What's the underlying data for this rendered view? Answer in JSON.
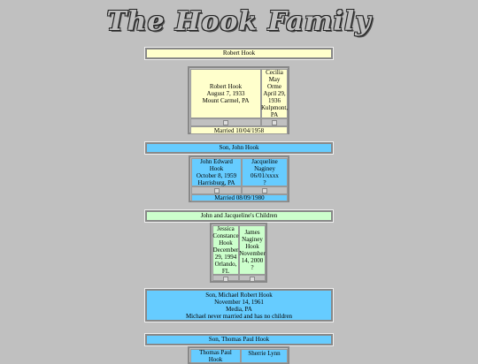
{
  "page_title": "The Hook Family",
  "sections": {
    "robert_header": "Robert Hook",
    "robert": {
      "left": "Robert Hook\nAugust 7, 1933\nMount Carmel, PA",
      "right": "Cecilia\nMay\nOrme\nApril 29,\n1936\nKulpmont,\nPA",
      "married": "Married 10/04/1958"
    },
    "john_header": "Son, John Hook",
    "john": {
      "left": "John Edward Hook\nOctober 8, 1959\nHarrisburg, PA",
      "right": "Jacqueline\nNaginey\n06/01/xxxx\n?",
      "married": "Married 08/09/1980"
    },
    "children_header": "John and Jacqueline's Children",
    "children": {
      "left": "Jessica\nConstance\nHook\nDecember\n29, 1994\nOrlando,\nFL",
      "right": "James\nNaginey\nHook\nNovember\n14, 2000\n?"
    },
    "michael": "Son, Michael Robert Hook\nNovember 14, 1961\nMedia, PA\nMichael never married and has no children",
    "thomas_header": "Son, Thomas Paul Hook",
    "thomas": {
      "left": "Thomas Paul Hook",
      "right": "Sherrie Lynn"
    }
  },
  "colors": {
    "yellow": "#ffffcc",
    "blue": "#66ccff",
    "green": "#ccffcc",
    "background": "#c0c0c0"
  }
}
